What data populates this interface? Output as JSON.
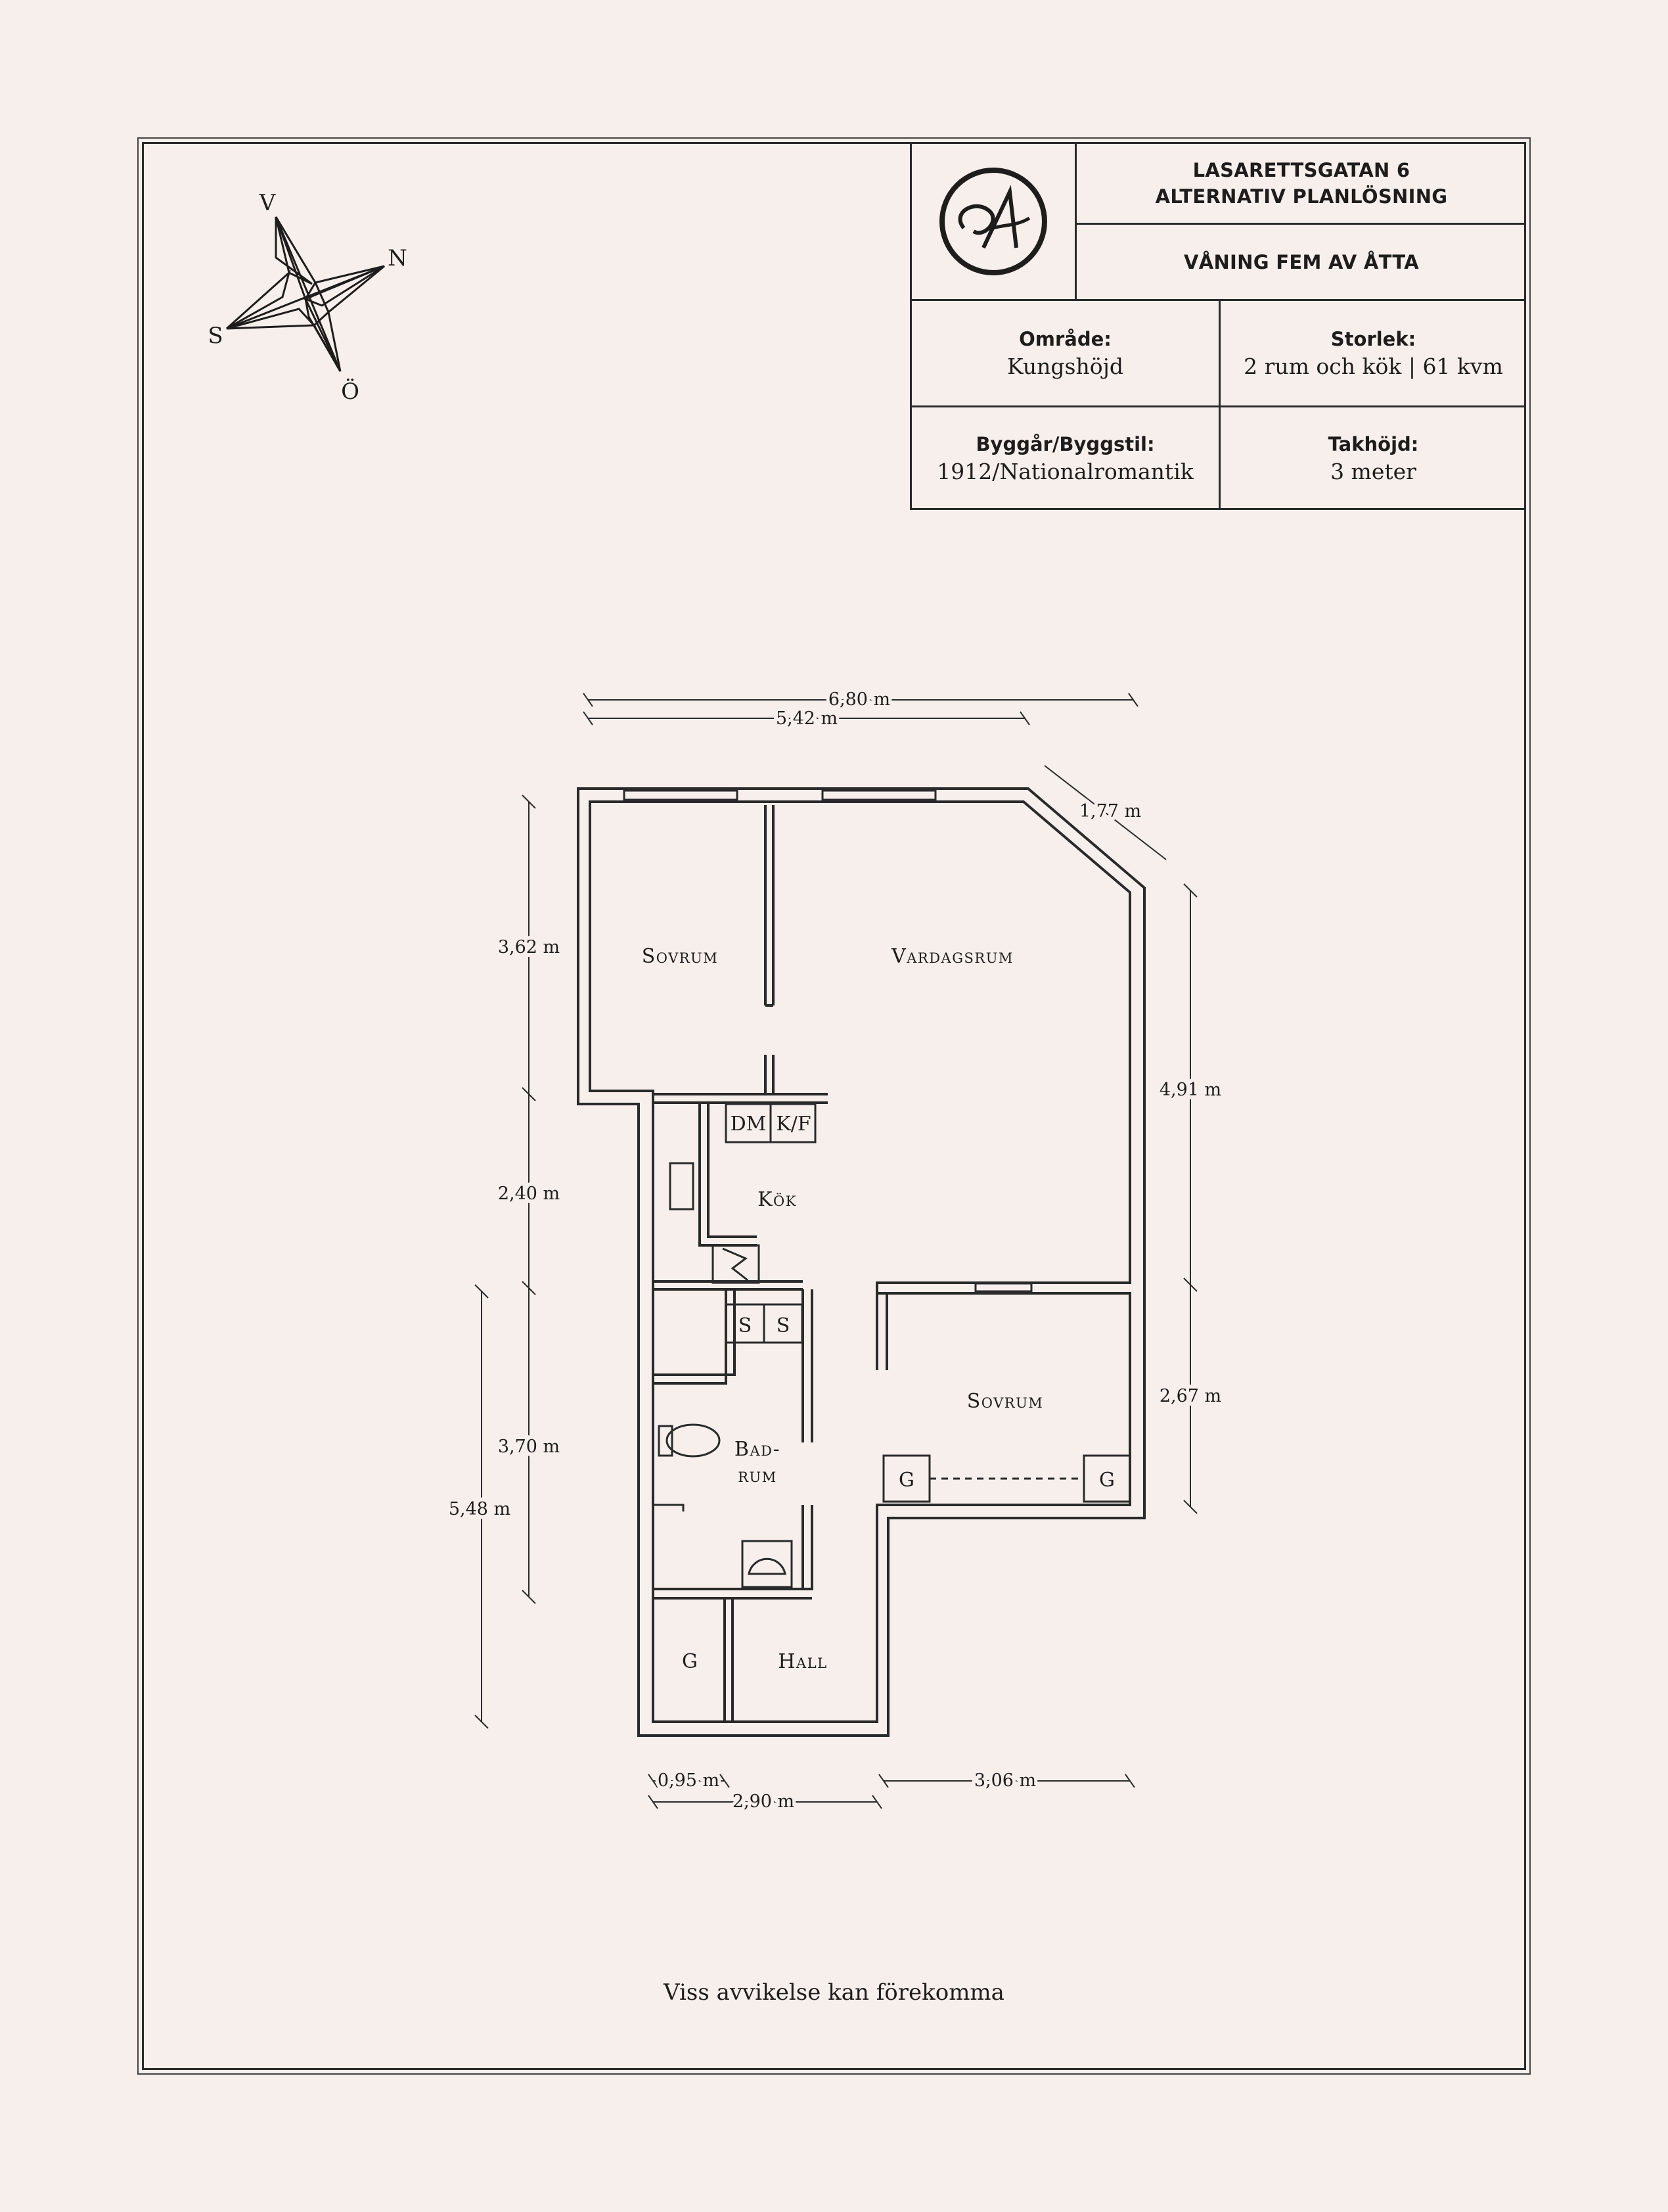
{
  "title_block": {
    "address": "LASARETTSGATAN 6",
    "subtitle": "ALTERNATIV PLANLÖSNING",
    "floor": "VÅNING FEM AV ÅTTA",
    "area_label": "Område:",
    "area_value": "Kungshöjd",
    "size_label": "Storlek:",
    "size_value": "2 rum och kök | 61 kvm",
    "year_label": "Byggår/Byggstil:",
    "year_value": "1912/Nationalromantik",
    "ceiling_label": "Takhöjd:",
    "ceiling_value": "3 meter"
  },
  "compass": {
    "v": "V",
    "n": "N",
    "s": "S",
    "o": "Ö"
  },
  "rooms": {
    "bedroom1": "Sovrum",
    "living": "Vardagsrum",
    "kitchen": "Kök",
    "bathroom_1": "Bad-",
    "bathroom_2": "rum",
    "bedroom2": "Sovrum",
    "hall": "Hall"
  },
  "fixtures": {
    "dm": "DM",
    "kf": "K/F",
    "s1": "S",
    "s2": "S",
    "g_hall": "G",
    "g_left": "G",
    "g_right": "G"
  },
  "dimensions": {
    "top_total": "6,80 m",
    "top_inner": "5,42 m",
    "diagonal": "1,77 m",
    "left_bedroom": "3,62 m",
    "left_kitchen": "2,40 m",
    "left_bath": "3,70 m",
    "left_total": "5,48 m",
    "right_living": "4,91 m",
    "right_bedroom": "2,67 m",
    "bottom_small": "0,95 m",
    "bottom_mid": "2,90 m",
    "bottom_right": "3,06 m"
  },
  "footer": "Viss avvikelse kan förekomma",
  "colors": {
    "background": "#f6efec",
    "ink": "#1f1d1c"
  }
}
